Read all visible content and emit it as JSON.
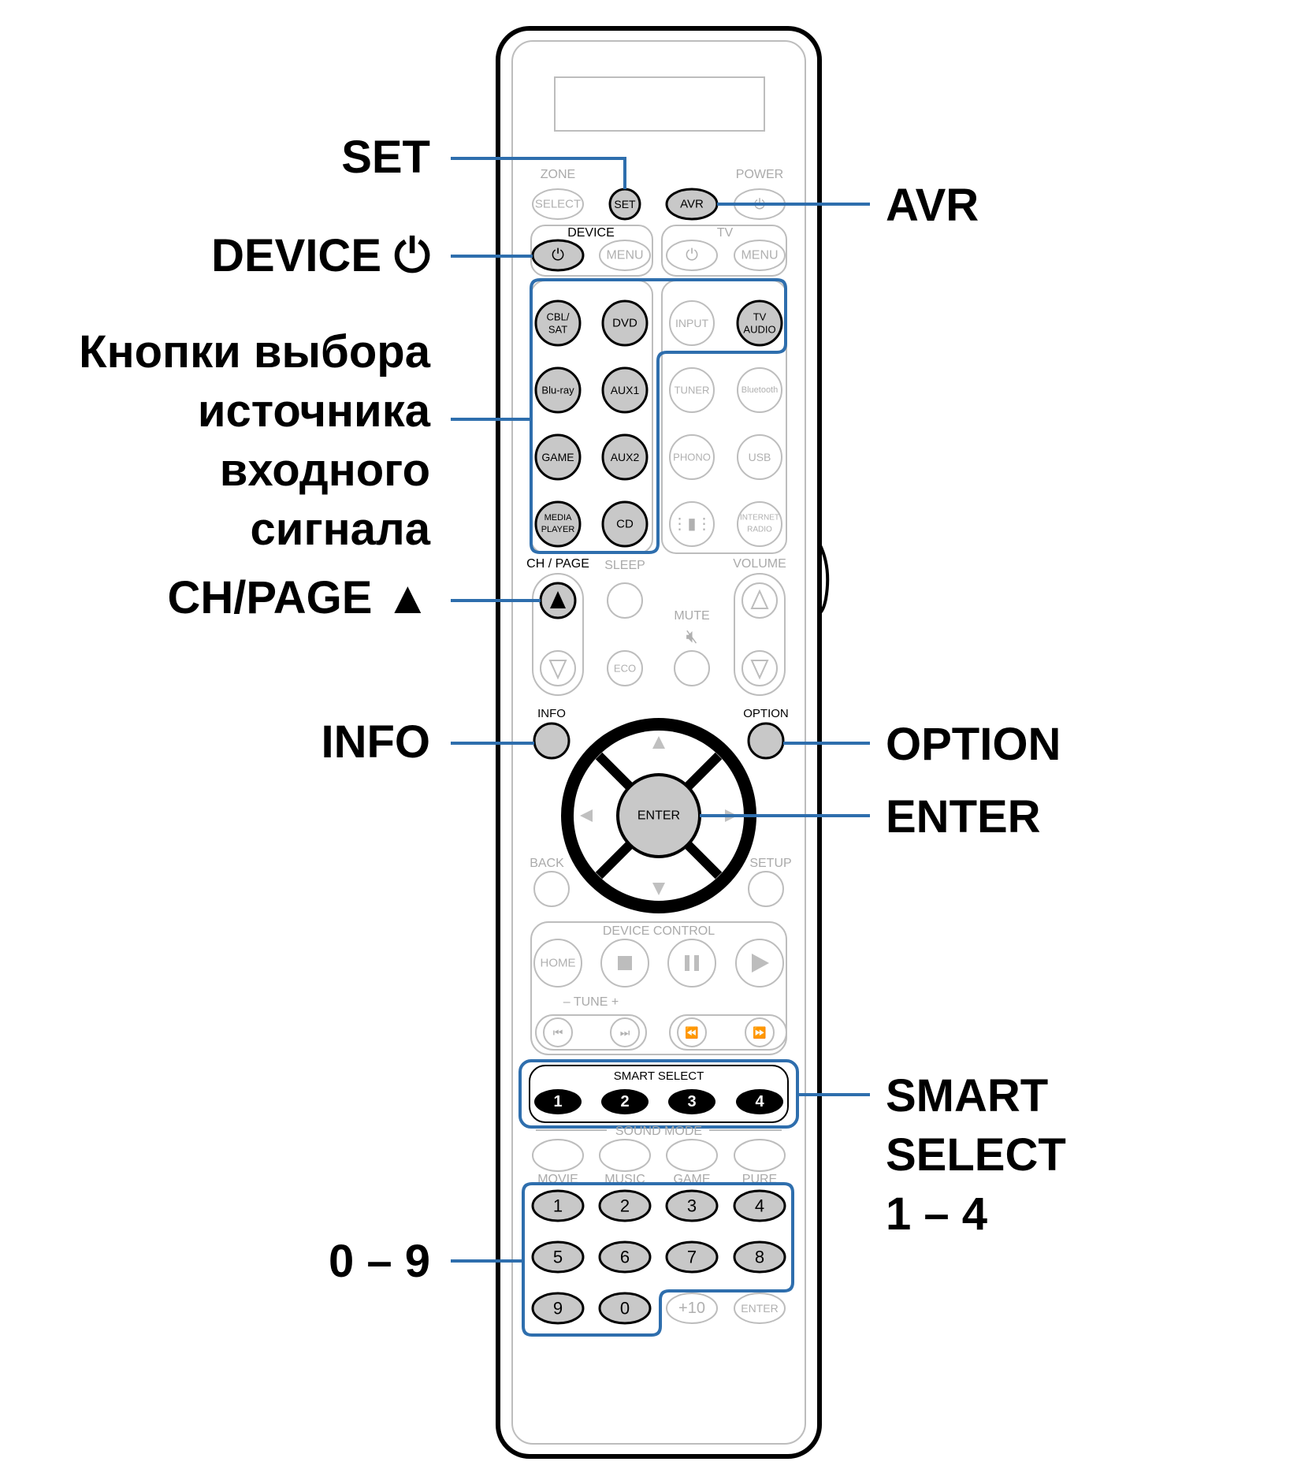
{
  "callouts": {
    "set": "SET",
    "device_power": "DEVICE ⏻",
    "input_source_line1": "Кнопки выбора",
    "input_source_line2": "источника",
    "input_source_line3": "входного",
    "input_source_line4": "сигнала",
    "ch_page_up": "CH/PAGE ▲",
    "info": "INFO",
    "numbers": "0 – 9",
    "avr": "AVR",
    "option": "OPTION",
    "enter": "ENTER",
    "smart_select_line1": "SMART",
    "smart_select_line2": "SELECT",
    "smart_select_line3": "1 – 4"
  },
  "remote": {
    "zone_label": "ZONE",
    "power_label": "POWER",
    "zone_select": "SELECT",
    "set": "SET",
    "avr": "AVR",
    "device_label": "DEVICE",
    "tv_label": "TV",
    "device_menu": "MENU",
    "tv_menu": "MENU",
    "sources": {
      "cbl_sat_1": "CBL/",
      "cbl_sat_2": "SAT",
      "dvd": "DVD",
      "input": "INPUT",
      "tv_audio_1": "TV",
      "tv_audio_2": "AUDIO",
      "bluray": "Blu-ray",
      "aux1": "AUX1",
      "tuner": "TUNER",
      "bluetooth": "Bluetooth",
      "game": "GAME",
      "aux2": "AUX2",
      "phono": "PHONO",
      "usb": "USB",
      "media_player_1": "MEDIA",
      "media_player_2": "PLAYER",
      "cd": "CD",
      "internet_radio_1": "INTERNET",
      "internet_radio_2": "RADIO"
    },
    "ch_page_label": "CH / PAGE",
    "sleep_label": "SLEEP",
    "volume_label": "VOLUME",
    "mute_label": "MUTE",
    "eco": "ECO",
    "info_label": "INFO",
    "option_label": "OPTION",
    "enter": "ENTER",
    "back_label": "BACK",
    "setup_label": "SETUP",
    "device_control_label": "DEVICE CONTROL",
    "home": "HOME",
    "tune_label": "–  TUNE  +",
    "smart_select_label": "SMART SELECT",
    "smart_buttons": [
      "1",
      "2",
      "3",
      "4"
    ],
    "sound_mode_label": "SOUND MODE",
    "sound_modes": [
      "MOVIE",
      "MUSIC",
      "GAME",
      "PURE"
    ],
    "number_keys": [
      "1",
      "2",
      "3",
      "4",
      "5",
      "6",
      "7",
      "8",
      "9",
      "0"
    ],
    "plus10": "+10",
    "num_enter": "ENTER"
  },
  "colors": {
    "callout_line": "#2e6ead",
    "highlight_box": "#2e6ead",
    "active_button": "#c8c8c8",
    "outline": "#000000",
    "faint": "#aaaaaa"
  }
}
